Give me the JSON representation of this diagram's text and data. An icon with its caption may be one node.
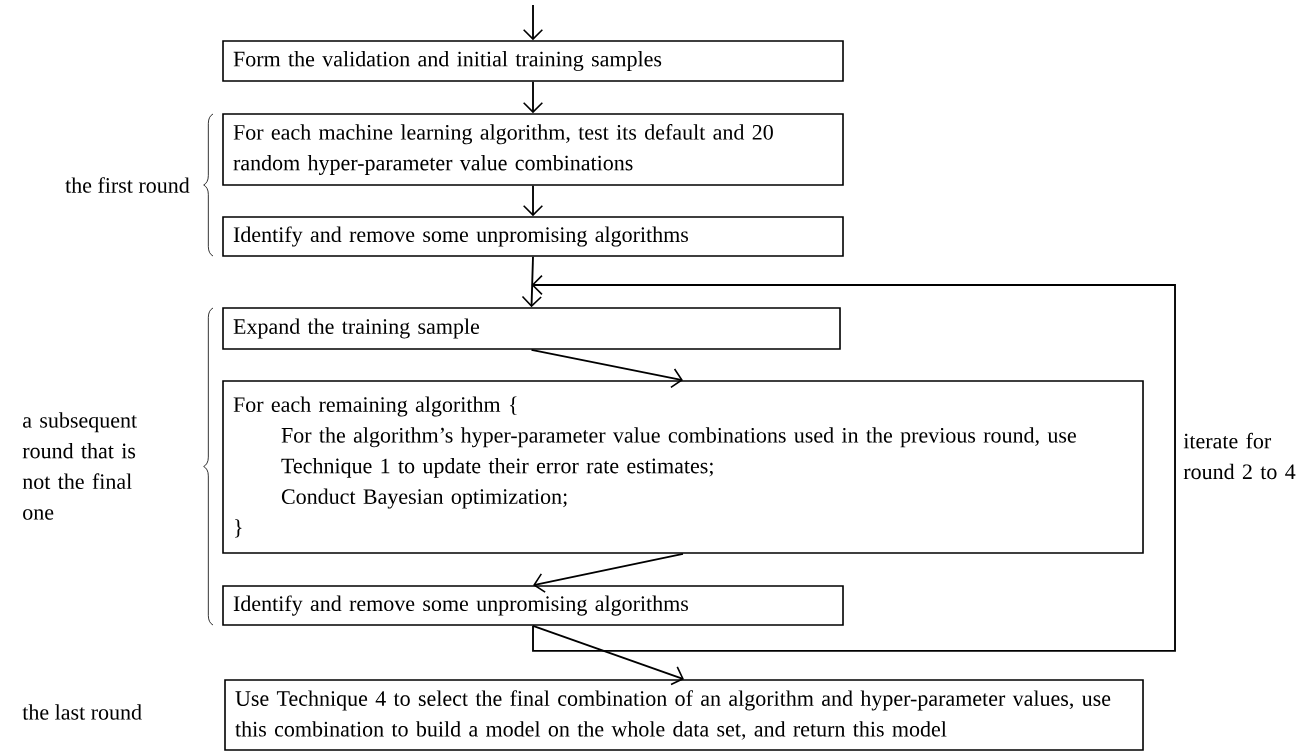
{
  "diagram": {
    "nodes": [
      {
        "text": [
          "Form the validation and initial training samples"
        ]
      },
      {
        "text": [
          "For each machine learning algorithm, test its default and 20 random hyper-parameter value combinations"
        ]
      },
      {
        "text": [
          "Identify and remove some unpromising algorithms"
        ]
      },
      {
        "text": [
          "Expand the training sample"
        ]
      },
      {
        "text": [
          "For each remaining algorithm {",
          "For the algorithm’s hyper-parameter value combinations used in the previous round, use Technique 1 to update their error rate estimates;",
          "Conduct Bayesian optimization;",
          "}"
        ]
      },
      {
        "text": [
          "Identify and remove some unpromising algorithms"
        ]
      },
      {
        "text": [
          "Use Technique 4 to select the final combination of an algorithm and hyper-parameter values, use this combination to build a model on the whole data set, and return this model"
        ]
      }
    ],
    "edges": [
      {
        "from": null,
        "to": 0,
        "arrow": "to"
      },
      {
        "from": 0,
        "to": 1,
        "arrow": "to"
      },
      {
        "from": 1,
        "to": 2,
        "arrow": "to"
      },
      {
        "from": 2,
        "to": 3,
        "arrow": "to"
      },
      {
        "from": 3,
        "to": 4,
        "arrow": "to"
      },
      {
        "from": 4,
        "to": 5,
        "arrow": "to"
      },
      {
        "from": 5,
        "to": 6,
        "arrow": "to"
      },
      {
        "from": 5,
        "to": 3,
        "arrow": "to",
        "label": "iterate for round 2 to 4"
      }
    ],
    "labels": [
      "the first round",
      "a subsequent round that is not the final one",
      "the last round"
    ]
  }
}
